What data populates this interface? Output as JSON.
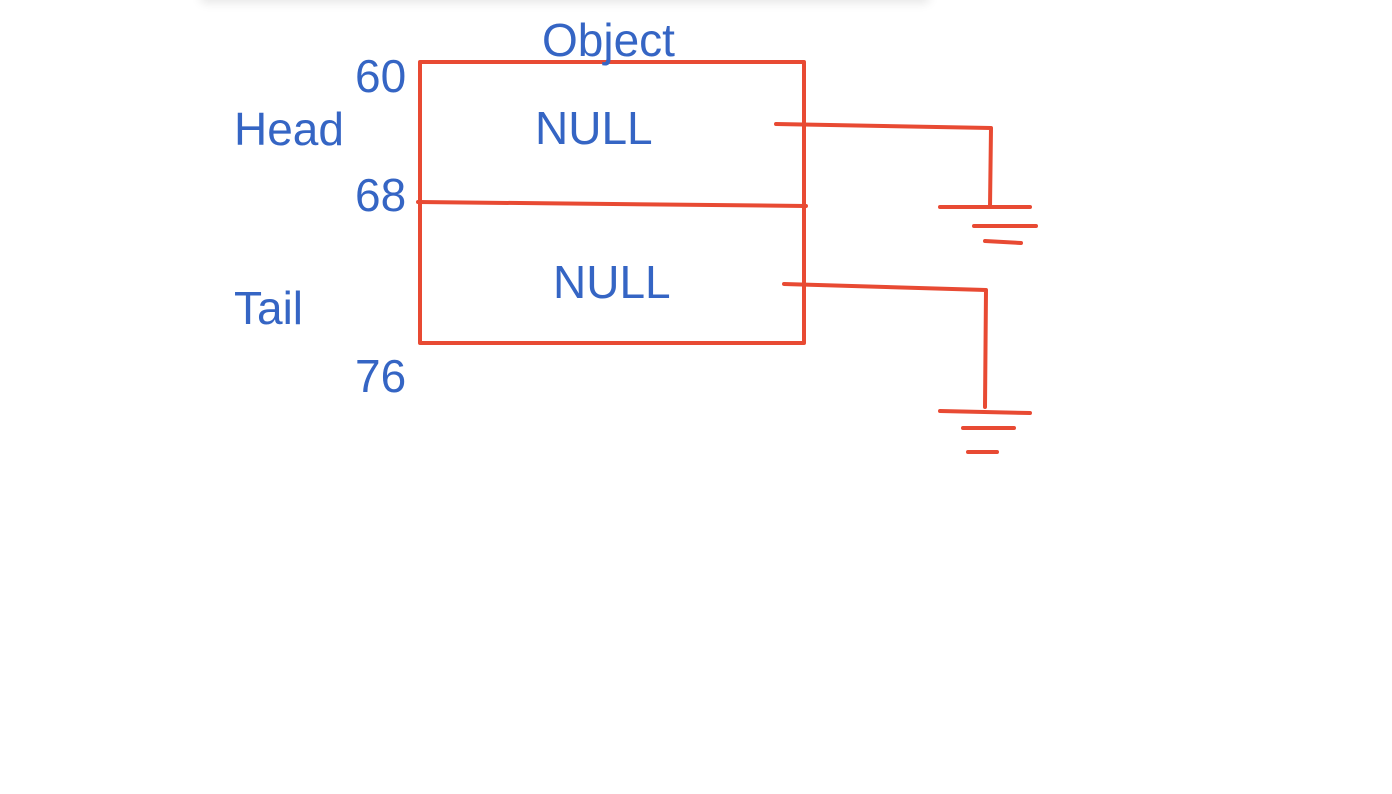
{
  "colors": {
    "text": "#3565c4",
    "stroke": "#e84a33",
    "background": "#ffffff"
  },
  "diagram": {
    "title": "Object",
    "addresses": {
      "top": "60",
      "middle": "68",
      "bottom": "76"
    },
    "fields": {
      "head": {
        "label": "Head",
        "value": "NULL"
      },
      "tail": {
        "label": "Tail",
        "value": "NULL"
      }
    }
  }
}
